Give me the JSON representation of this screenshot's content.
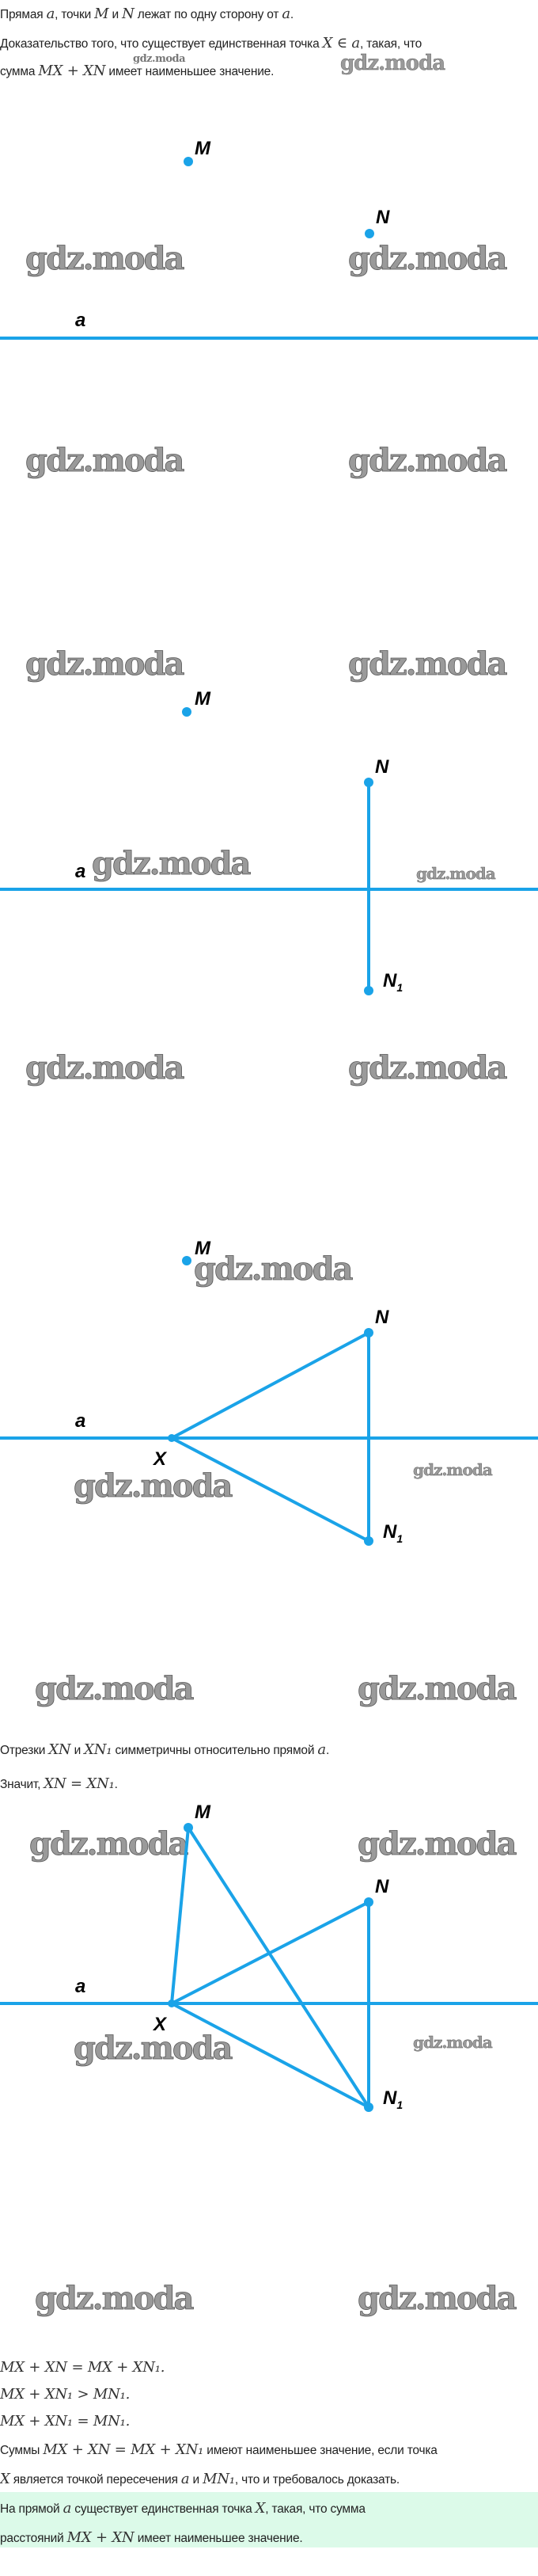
{
  "text": {
    "intro": "Прямая $a$, точки $M$ и $N$ лежат по одну сторону от $a$.",
    "task_line1": "Доказательство того, что существует единственная точка $X ∈ a$, такая, что",
    "task_line2": "сумма $MX + XN$ имеет наименьшее значение.",
    "symmetric": "Отрезки $XN$ и $XN₁$ симметричны относительно прямой $a$.",
    "therefore": "Значит, $XN = XN₁$.",
    "eq1": "$MX + XN = MX + XN₁.$",
    "eq2": "$MX + XN₁ > MN₁.$",
    "eq3": "$MX + XN₁ = MN₁.$",
    "conclusion_line1": "Суммы $MX + XN = MX + XN₁$ имеют наименьшее значение, если точка",
    "conclusion_line2": "$X$ является точкой пересечения $a$ и $MN₁$, что и требовалось доказать.",
    "answer_line1": "На прямой $a$ существует единственная точка $X$, такая, что сумма",
    "answer_line2": "расстояний $MX + XN$ имеет наименьшее значение."
  },
  "labels": {
    "M": "M",
    "N": "N",
    "N1": "N",
    "N1_sub": "1",
    "a": "a",
    "X": "X"
  },
  "watermark": "gdz.moda",
  "colors": {
    "accent": "#1aa3e8",
    "highlight": "#dcfae9"
  }
}
